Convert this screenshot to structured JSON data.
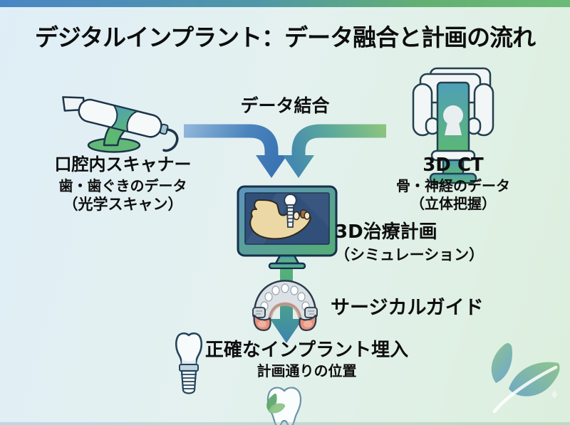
{
  "title": "デジタルインプラント：データ融合と計画の流れ",
  "merge": {
    "label": "データ結合"
  },
  "nodes": {
    "scanner": {
      "icon": "intraoral-scanner-icon",
      "title": "口腔内スキャナー",
      "sub1": "歯・歯ぐきのデータ",
      "sub2": "（光学スキャン）"
    },
    "ct": {
      "icon": "ct-scanner-icon",
      "title": "3D CT",
      "sub1": "骨・神経のデータ",
      "sub2": "（立体把握）"
    },
    "plan": {
      "icon": "monitor-jaw-implant-icon",
      "title": "3D治療計画",
      "sub1": "（シミュレーション）"
    },
    "guide": {
      "icon": "surgical-guide-icon",
      "title": "サージカルガイド"
    },
    "placement": {
      "icon": "implant-icon",
      "title": "正確なインプラント埋入",
      "sub1": "計画通りの位置"
    }
  },
  "watermarks": {
    "tooth_logo": "tooth-leaf-logo",
    "leaves_logo": "leaves-logo"
  },
  "colors": {
    "accent_blue": "#4a86c5",
    "accent_green": "#63b172",
    "arrow_blue": "#3a74b2",
    "arrow_green": "#8cc57e",
    "arrow_teal": "#4489ae",
    "background_blue": "#dfeef7",
    "background_green": "#dcefdd",
    "screen_navy": "#30507a",
    "jaw_tan": "#ecd8a5",
    "guide_pink": "#e8907c",
    "text": "#0e0e0e"
  }
}
